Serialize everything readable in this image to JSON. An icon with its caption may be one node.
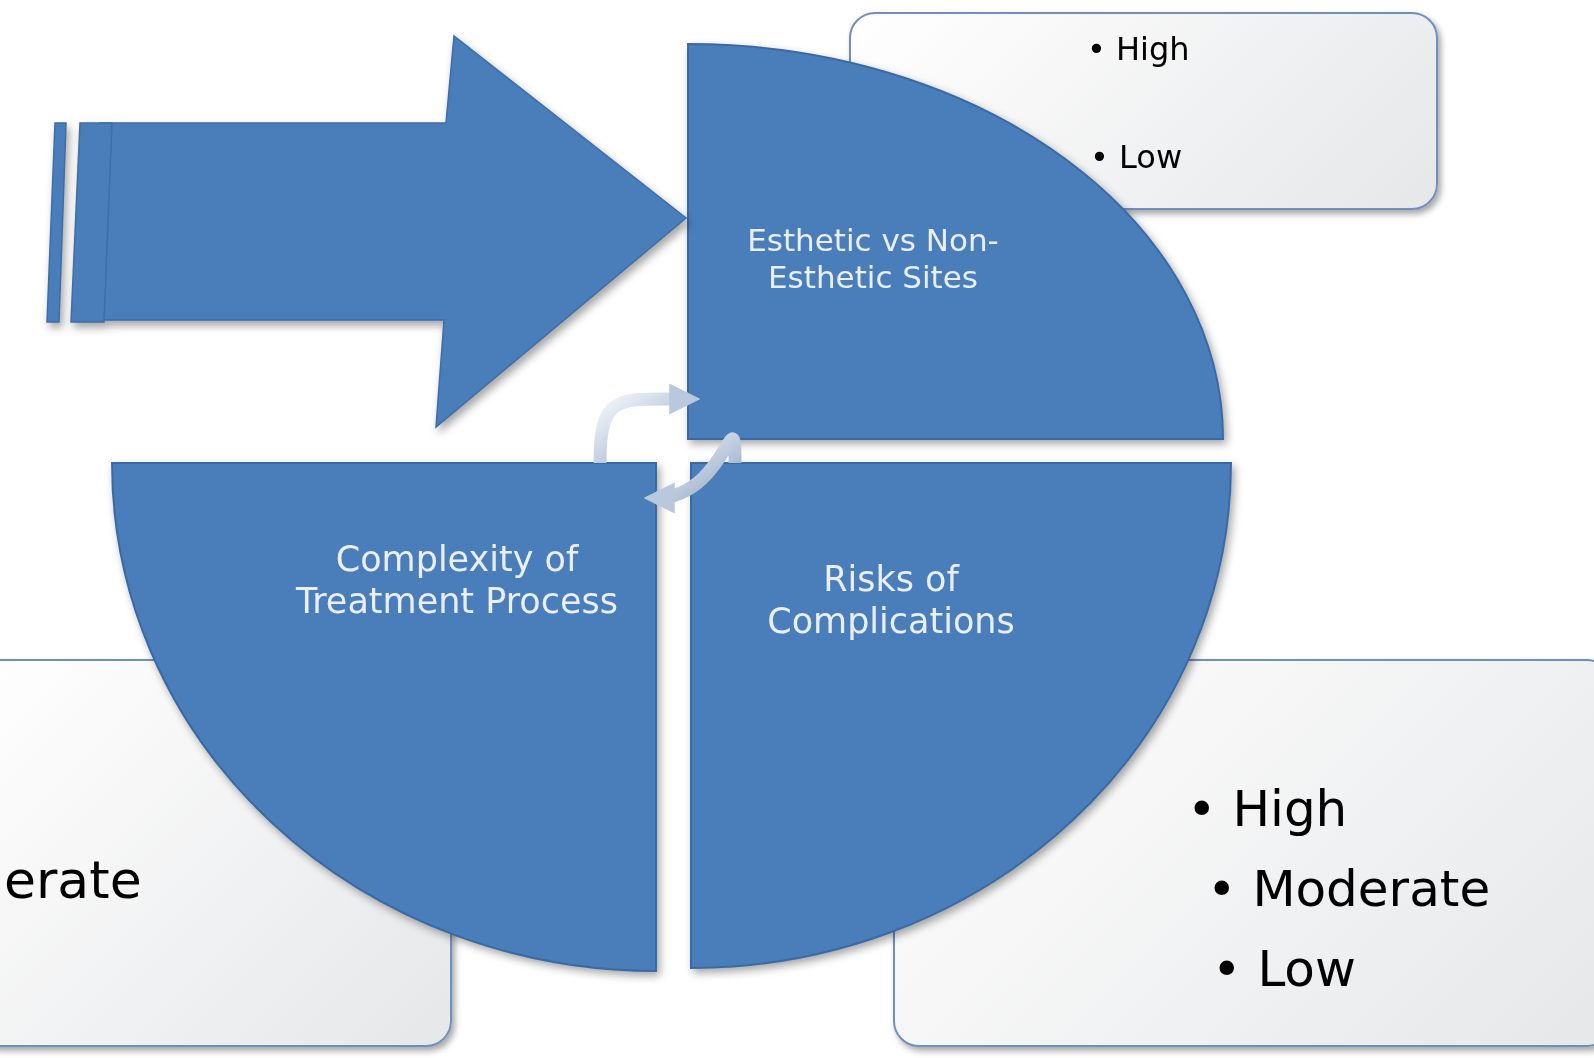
{
  "diagram": {
    "nodes": [
      {
        "text": [
          "• High",
          "• Low"
        ]
      },
      {
        "text": [
          "erate"
        ]
      },
      {
        "text": [
          "• High",
          "• Moderate",
          "• Low"
        ]
      },
      {
        "text": [
          "Esthetic vs Non-Esthetic Sites"
        ]
      },
      {
        "text": [
          "Complexity of Treatment Process"
        ]
      },
      {
        "text": [
          "Risks of Complications"
        ]
      }
    ],
    "edges": [
      {
        "from": null,
        "to": 3,
        "arrow": "to"
      },
      {
        "from": 4,
        "to": 3,
        "arrow": "to"
      },
      {
        "from": 5,
        "to": 4,
        "arrow": "to"
      }
    ]
  }
}
